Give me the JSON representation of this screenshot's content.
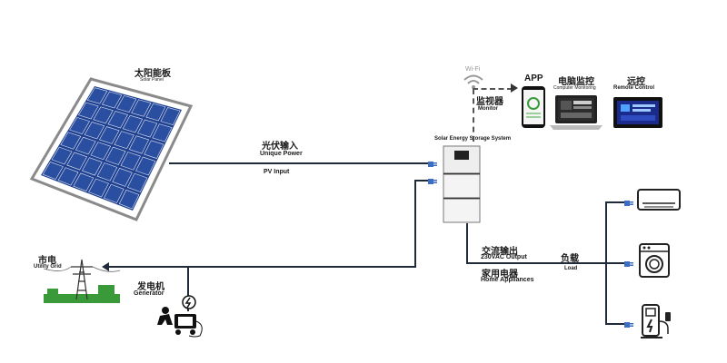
{
  "solar_panel": {
    "label_cn": "太阳能板",
    "label_en": "Solar Panel"
  },
  "pv_input": {
    "label_cn": "光伏输入",
    "label_en_top": "Unique Power",
    "label_en_bottom": "PV Input"
  },
  "storage_system": {
    "label": "Solar Energy Storage System"
  },
  "monitor": {
    "wifi": "Wi-Fi",
    "label_cn": "监视器",
    "label_en": "Monitor"
  },
  "app": {
    "label": "APP"
  },
  "computer": {
    "label_cn": "电脑监控",
    "label_en": "Computer Monitoring"
  },
  "remote": {
    "label_cn": "远控",
    "label_en": "Remote Control"
  },
  "grid": {
    "label_cn": "市电",
    "label_en": "Utility Grid"
  },
  "generator": {
    "label_cn": "发电机",
    "label_en": "Generator"
  },
  "ac_output": {
    "label_cn": "交流输出",
    "label_en": "230VAC Output"
  },
  "home": {
    "label_cn": "家用电器",
    "label_en": "Home Appliances"
  },
  "load": {
    "label_cn": "负载",
    "label_en": "Load"
  },
  "colors": {
    "line": "#1f2a3a",
    "panel_blue": "#2a4fa0",
    "screen_blue": "#1a2b8c"
  }
}
